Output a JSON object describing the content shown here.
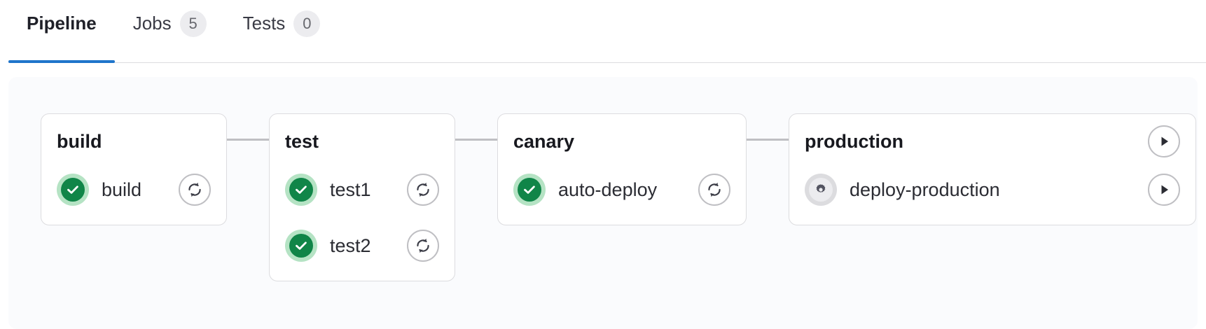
{
  "tabs": [
    {
      "label": "Pipeline",
      "badge": null,
      "active": true
    },
    {
      "label": "Jobs",
      "badge": "5",
      "active": false
    },
    {
      "label": "Tests",
      "badge": "0",
      "active": false
    }
  ],
  "colors": {
    "accent": "#1f75cb",
    "panel_bg": "#fafbfd",
    "card_bg": "#ffffff",
    "card_border": "#dcdcdf",
    "connector": "#bfbfc3",
    "success_core": "#108548",
    "success_halo": "#b5e3c4",
    "manual_core": "#ececef",
    "manual_halo": "#dcdcdf",
    "badge_bg": "#ececef",
    "badge_text": "#67686e",
    "text_primary": "#18191f",
    "text_job": "#2b2c33"
  },
  "pipeline": {
    "stages": [
      {
        "name": "build",
        "header_action": null,
        "jobs": [
          {
            "name": "build",
            "status": "success",
            "status_icon": "check-circle-icon",
            "action": "retry",
            "action_icon": "retry-icon"
          }
        ]
      },
      {
        "name": "test",
        "header_action": null,
        "jobs": [
          {
            "name": "test1",
            "status": "success",
            "status_icon": "check-circle-icon",
            "action": "retry",
            "action_icon": "retry-icon"
          },
          {
            "name": "test2",
            "status": "success",
            "status_icon": "check-circle-icon",
            "action": "retry",
            "action_icon": "retry-icon"
          }
        ]
      },
      {
        "name": "canary",
        "header_action": null,
        "jobs": [
          {
            "name": "auto-deploy",
            "status": "success",
            "status_icon": "check-circle-icon",
            "action": "retry",
            "action_icon": "retry-icon"
          }
        ]
      },
      {
        "name": "production",
        "header_action": {
          "action": "play-all",
          "action_icon": "play-icon"
        },
        "jobs": [
          {
            "name": "deploy-production",
            "status": "manual",
            "status_icon": "gear-circle-icon",
            "action": "play",
            "action_icon": "play-icon"
          }
        ]
      }
    ]
  }
}
